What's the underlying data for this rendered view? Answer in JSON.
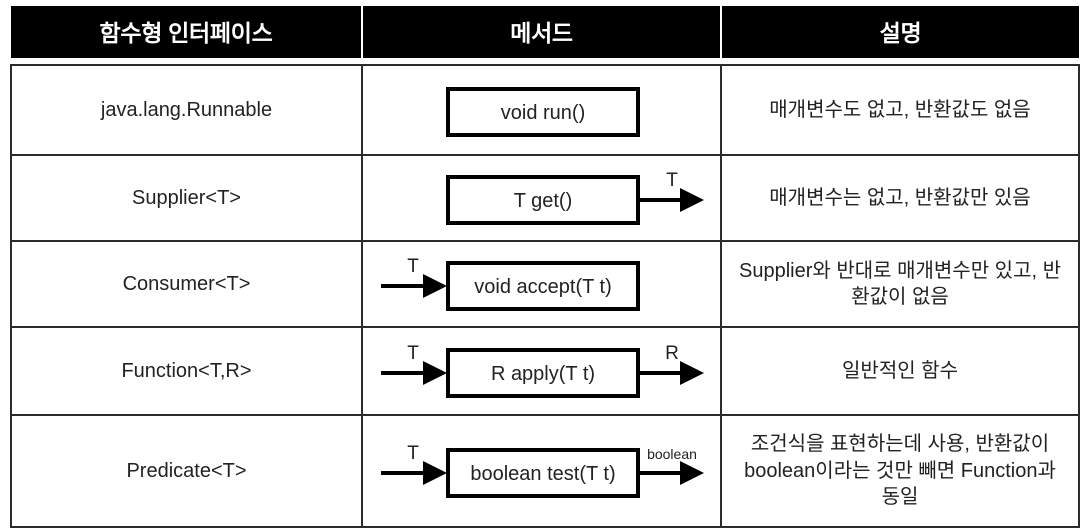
{
  "table": {
    "headers": [
      {
        "id": "col-interface",
        "label": "함수형 인터페이스"
      },
      {
        "id": "col-method",
        "label": "메서드"
      },
      {
        "id": "col-desc",
        "label": "설명"
      }
    ],
    "rows": [
      {
        "interface": "java.lang.Runnable",
        "method": {
          "signature": "void run()",
          "input_label": "",
          "output_label": "",
          "has_input_arrow": false,
          "has_output_arrow": false,
          "output_label_small": false
        },
        "description": "매개변수도 없고, 반환값도 없음"
      },
      {
        "interface": "Supplier<T>",
        "method": {
          "signature": "T get()",
          "input_label": "",
          "output_label": "T",
          "has_input_arrow": false,
          "has_output_arrow": true,
          "output_label_small": false
        },
        "description": "매개변수는 없고, 반환값만 있음"
      },
      {
        "interface": "Consumer<T>",
        "method": {
          "signature": "void accept(T t)",
          "input_label": "T",
          "output_label": "",
          "has_input_arrow": true,
          "has_output_arrow": false,
          "output_label_small": false
        },
        "description": "Supplier와 반대로 매개변수만 있고, 반환값이 없음"
      },
      {
        "interface": "Function<T,R>",
        "method": {
          "signature": "R apply(T t)",
          "input_label": "T",
          "output_label": "R",
          "has_input_arrow": true,
          "has_output_arrow": true,
          "output_label_small": false
        },
        "description": "일반적인 함수"
      },
      {
        "interface": "Predicate<T>",
        "method": {
          "signature": "boolean test(T t)",
          "input_label": "T",
          "output_label": "boolean",
          "has_input_arrow": true,
          "has_output_arrow": true,
          "output_label_small": true
        },
        "description": "조건식을 표현하는데 사용, 반환값이 boolean이라는 것만 빼면 Function과 동일"
      }
    ]
  },
  "colors": {
    "header_background": "#000000",
    "header_text": "#ffffff",
    "cell_border": "#2b2b2b",
    "body_text": "#222222",
    "box_stroke": "#000000",
    "page_background": "#ffffff"
  }
}
